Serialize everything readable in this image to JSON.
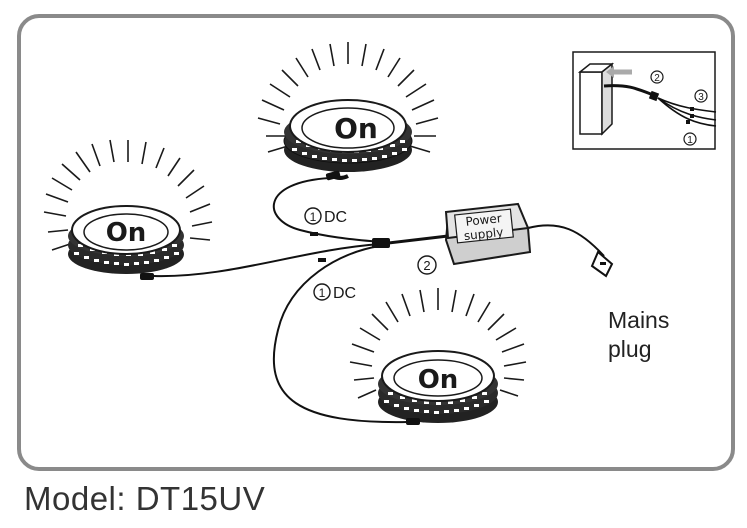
{
  "strips": [
    {
      "label": "On"
    },
    {
      "label": "On"
    },
    {
      "label": "On"
    }
  ],
  "connectors": [
    {
      "num": "1",
      "label": "DC"
    },
    {
      "num": "1",
      "label": "DC"
    },
    {
      "num": "2",
      "label": ""
    }
  ],
  "power_supply": {
    "line1": "Power",
    "line2": "supply"
  },
  "mains_plug": {
    "line1": "Mains",
    "line2": "plug"
  },
  "inset": {
    "labels": [
      "2",
      "3",
      "1"
    ]
  },
  "model_text": "Model: DT15UV",
  "colors": {
    "frame": "#8a8a8a",
    "ink": "#1a1a1a",
    "strip": "#222222",
    "supply": "#d8d8d8"
  }
}
